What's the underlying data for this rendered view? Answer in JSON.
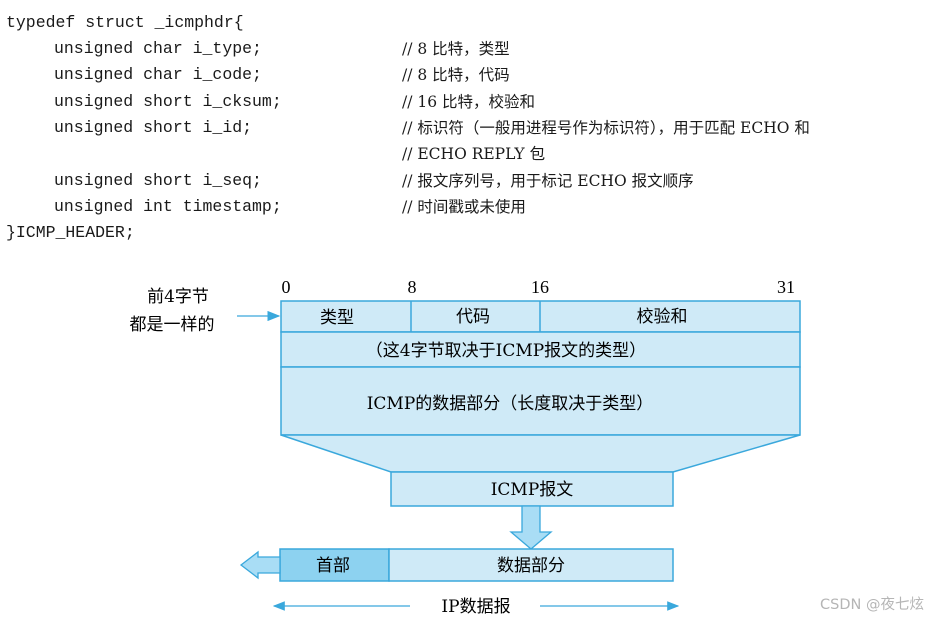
{
  "code": {
    "lines": [
      {
        "code": "typedef struct _icmphdr{",
        "comment": ""
      },
      {
        "code": "unsigned char i_type;",
        "comment": "// 8 比特，类型"
      },
      {
        "code": "unsigned char i_code;",
        "comment": "// 8 比特，代码"
      },
      {
        "code": "unsigned short i_cksum;",
        "comment": "// 16 比特，校验和"
      },
      {
        "code": "unsigned short i_id;",
        "comment": "// 标识符（一般用进程号作为标识符），用于匹配 ECHO 和"
      },
      {
        "code": "",
        "comment": "// ECHO  REPLY 包"
      },
      {
        "code": "unsigned short i_seq;",
        "comment": "// 报文序列号，用于标记 ECHO 报文顺序"
      },
      {
        "code": "unsigned int timestamp;",
        "comment": "// 时间戳或未使用"
      },
      {
        "code": "}ICMP_HEADER;",
        "comment": ""
      }
    ]
  },
  "diagram": {
    "side_label_line1": "前4字节",
    "side_label_line2": "都是一样的",
    "bit_positions": [
      "0",
      "8",
      "16",
      "31"
    ],
    "field_type": "类型",
    "field_code": "代码",
    "field_checksum": "校验和",
    "row2_text": "（这4字节取决于ICMP报文的类型）",
    "data_text": "ICMP的数据部分（长度取决于类型）",
    "icmp_message": "ICMP报文",
    "ip_header": "首部",
    "ip_data": "数据部分",
    "ip_datagram": "IP数据报"
  },
  "colors": {
    "box_fill": "#cfeaf7",
    "header_fill": "#8dd2f0",
    "stroke": "#3aa8dc",
    "arrow_fill": "#a9ddf5"
  },
  "watermark": "CSDN @夜七炫"
}
